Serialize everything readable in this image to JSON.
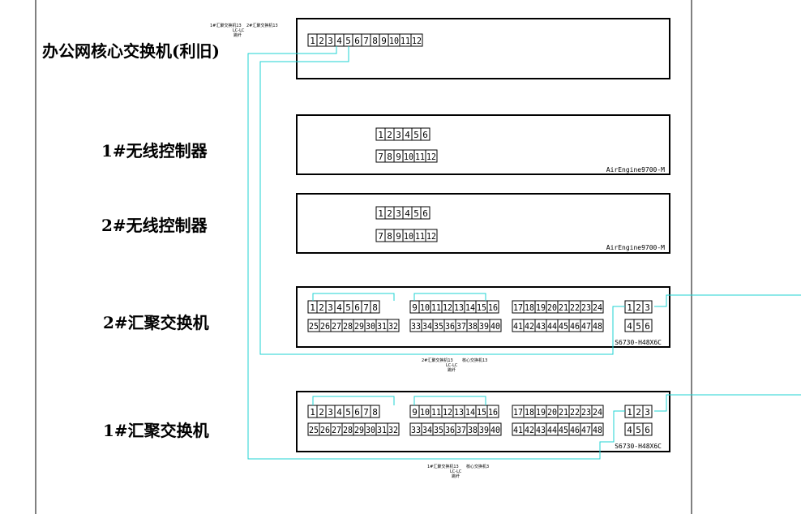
{
  "labels": {
    "core": "办公网核心交换机(利旧)",
    "wlc1": "1#无线控制器",
    "wlc2": "2#无线控制器",
    "agg2": "2#汇聚交换机",
    "agg1": "1#汇聚交换机"
  },
  "models": {
    "wlc": "AirEngine9700-M",
    "agg": "S6730-H48X6C"
  },
  "notes": {
    "top_a": "1#汇聚交换机13",
    "top_b": "2#汇聚交换机13",
    "top_c": "LC-LC",
    "top_d": "跳纤",
    "mid_a": "2#汇聚交换机13",
    "mid_b": "核心交换机13",
    "mid_c": "LC-LC",
    "mid_d": "跳纤",
    "bot_a": "1#汇聚交换机13",
    "bot_b": "核心交换机3",
    "bot_c": "LC-LC",
    "bot_d": "跳纤"
  },
  "colors": {
    "line": "#000000",
    "cable": "#1fd3d3"
  },
  "ports": {
    "core": [
      "1",
      "2",
      "3",
      "4",
      "5",
      "6",
      "7",
      "8",
      "9",
      "10",
      "11",
      "12"
    ],
    "wlc_top": [
      "1",
      "2",
      "3",
      "4",
      "5",
      "6"
    ],
    "wlc_bottom": [
      "7",
      "8",
      "9",
      "10",
      "11",
      "12"
    ],
    "agg_row1_a": [
      "1",
      "2",
      "3",
      "4",
      "5",
      "6",
      "7",
      "8"
    ],
    "agg_row1_b": [
      "9",
      "10",
      "11",
      "12",
      "13",
      "14",
      "15",
      "16"
    ],
    "agg_row1_c": [
      "17",
      "18",
      "19",
      "20",
      "21",
      "22",
      "23",
      "24"
    ],
    "agg_row2_a": [
      "25",
      "26",
      "27",
      "28",
      "29",
      "30",
      "31",
      "32"
    ],
    "agg_row2_b": [
      "33",
      "34",
      "35",
      "36",
      "37",
      "38",
      "39",
      "40"
    ],
    "agg_row2_c": [
      "41",
      "42",
      "43",
      "44",
      "45",
      "46",
      "47",
      "48"
    ],
    "agg_up1": [
      "1",
      "2",
      "3"
    ],
    "agg_up2": [
      "4",
      "5",
      "6"
    ]
  }
}
